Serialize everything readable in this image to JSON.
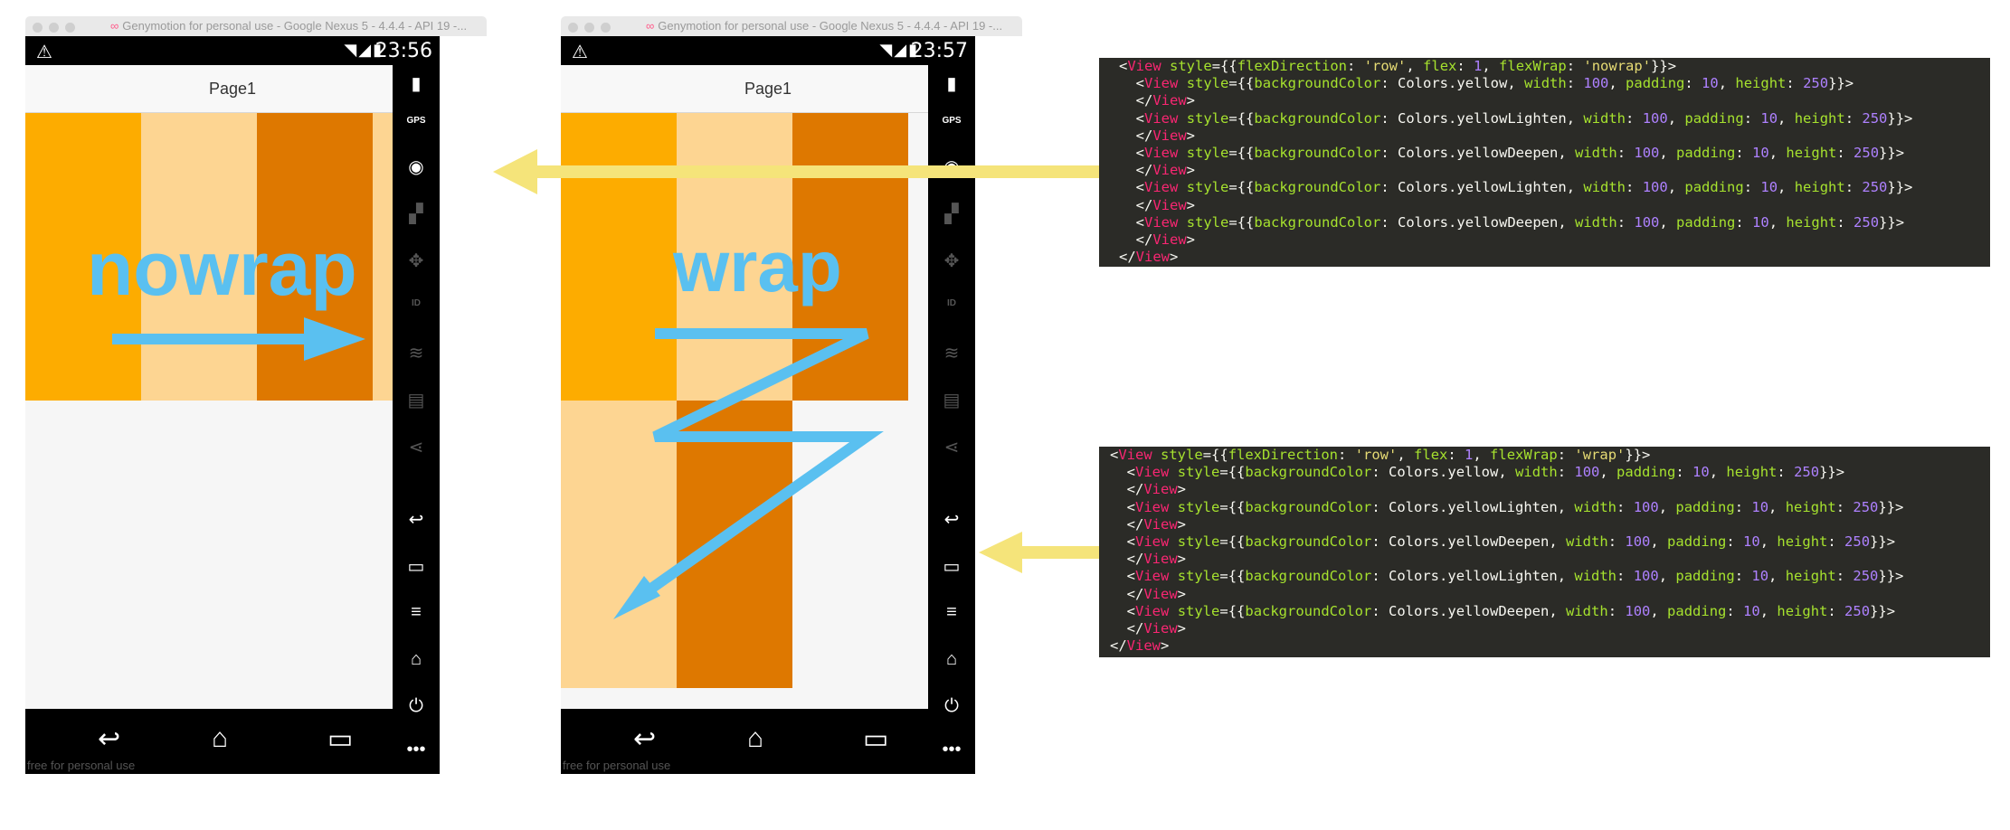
{
  "left_emulator": {
    "window_title": "Genymotion for personal use - Google Nexus 5 - 4.4.4 - API 19 -...",
    "time": "23:56",
    "page_title": "Page1",
    "label": "nowrap",
    "watermark": "free for personal use",
    "gps_label": "GPS",
    "id_label": "ID"
  },
  "right_emulator": {
    "window_title": "Genymotion for personal use - Google Nexus 5 - 4.4.4 - API 19 -...",
    "time": "23:57",
    "page_title": "Page1",
    "label": "wrap",
    "watermark": "free for personal use",
    "gps_label": "GPS",
    "id_label": "ID"
  },
  "colors": {
    "yellow": "#fdac00",
    "yellowLighten": "#fdd592",
    "yellowDeepen": "#de7800",
    "annotation_blue": "#5ac0f0",
    "annotation_arrow_yellow": "#f5e47a"
  },
  "code_top": {
    "lines": [
      "<View style={{flexDirection: 'row', flex: 1, flexWrap: 'nowrap'}}>",
      "  <View style={{backgroundColor: Colors.yellow, width: 100, padding: 10, height: 250}}>",
      "  </View>",
      "  <View style={{backgroundColor: Colors.yellowLighten, width: 100, padding: 10, height: 250}}>",
      "  </View>",
      "  <View style={{backgroundColor: Colors.yellowDeepen, width: 100, padding: 10, height: 250}}>",
      "  </View>",
      "  <View style={{backgroundColor: Colors.yellowLighten, width: 100, padding: 10, height: 250}}>",
      "  </View>",
      "  <View style={{backgroundColor: Colors.yellowDeepen, width: 100, padding: 10, height: 250}}>",
      "  </View>",
      "</View>"
    ]
  },
  "code_bottom": {
    "lines": [
      "<View style={{flexDirection: 'row', flex: 1, flexWrap: 'wrap'}}>",
      "  <View style={{backgroundColor: Colors.yellow, width: 100, padding: 10, height: 250}}>",
      "  </View>",
      "  <View style={{backgroundColor: Colors.yellowLighten, width: 100, padding: 10, height: 250}}>",
      "  </View>",
      "  <View style={{backgroundColor: Colors.yellowDeepen, width: 100, padding: 10, height: 250}}>",
      "  </View>",
      "  <View style={{backgroundColor: Colors.yellowLighten, width: 100, padding: 10, height: 250}}>",
      "  </View>",
      "  <View style={{backgroundColor: Colors.yellowDeepen, width: 100, padding: 10, height: 250}}>",
      "  </View>",
      "</View>"
    ]
  }
}
